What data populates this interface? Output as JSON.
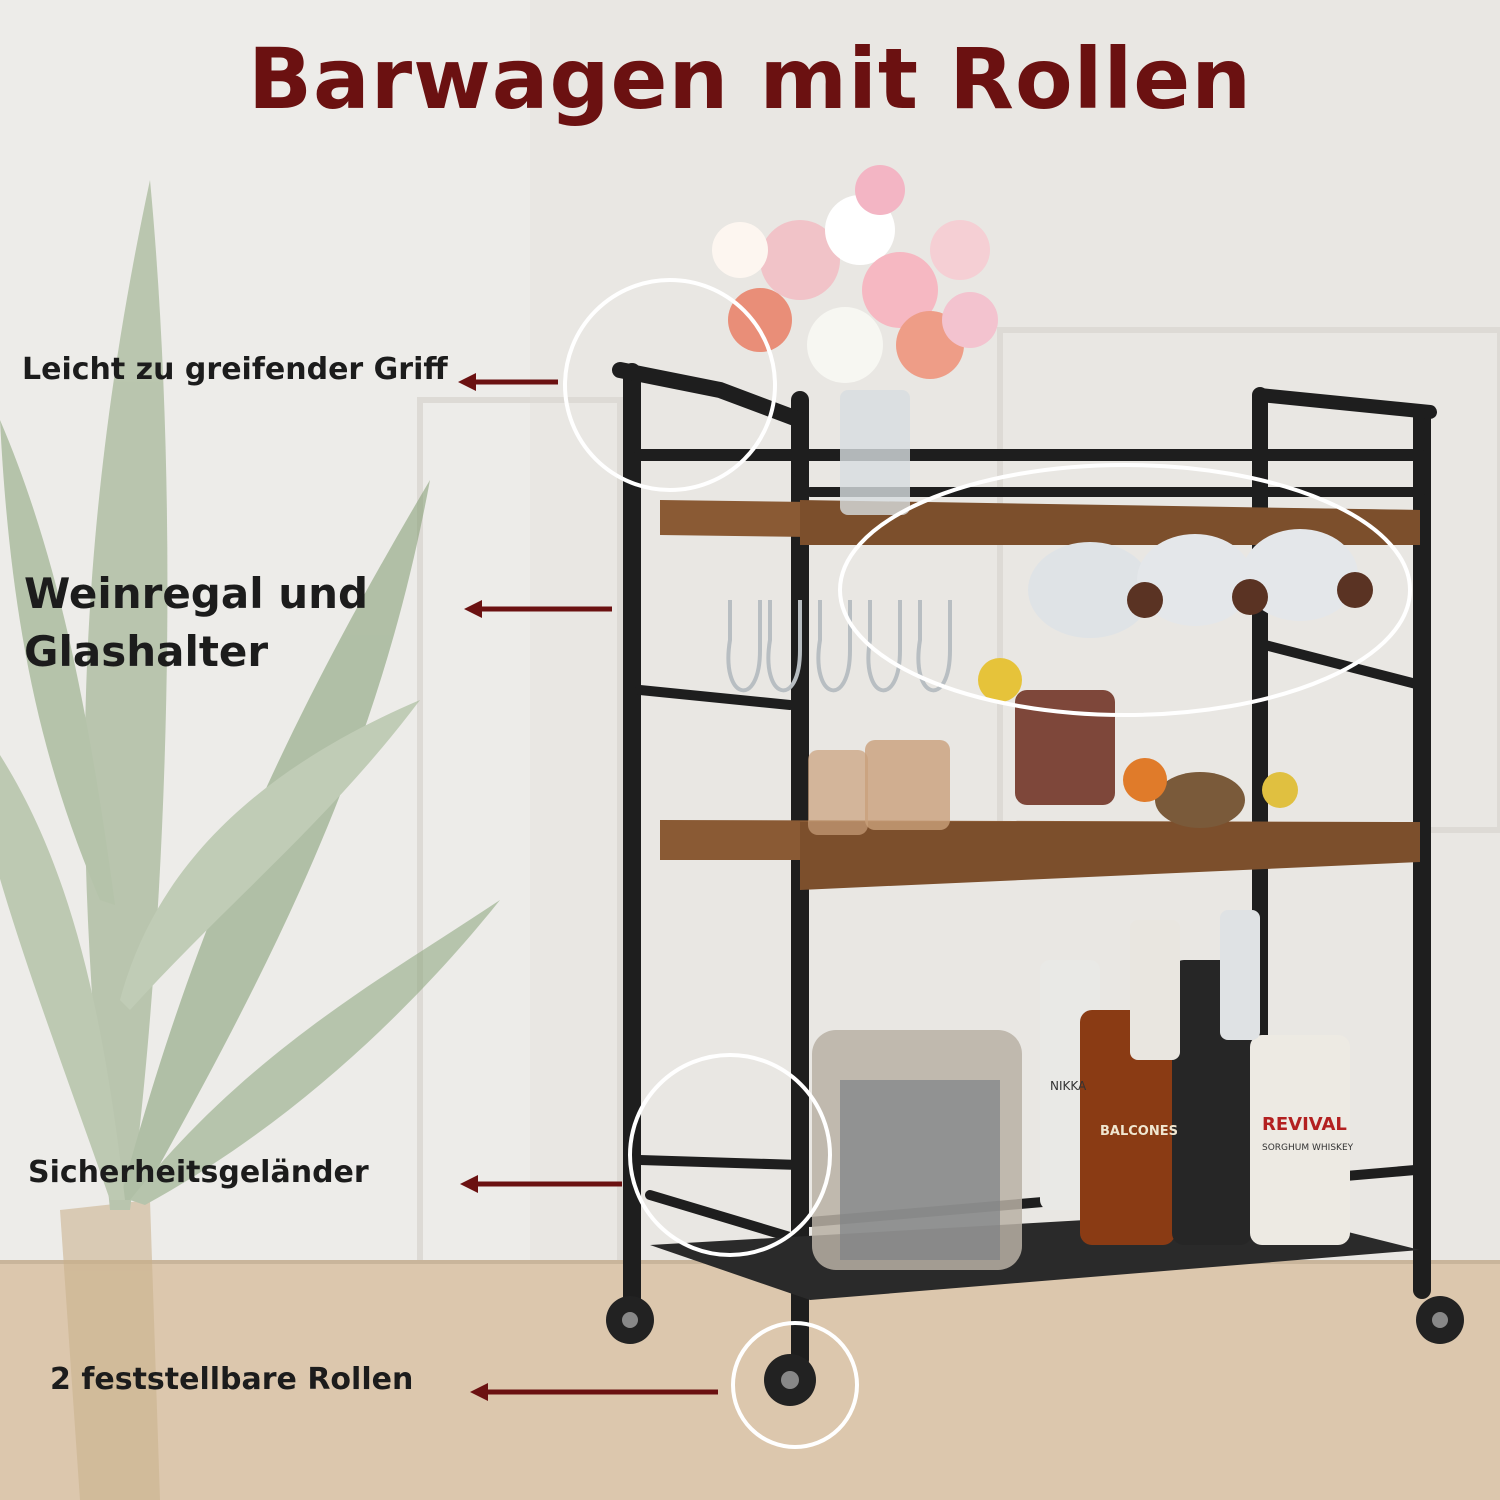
{
  "title": "Barwagen mit Rollen",
  "features": [
    {
      "label": "Leicht zu greifender Griff"
    },
    {
      "label_line1": "Weinregal und",
      "label_line2": "Glashalter"
    },
    {
      "label": "Sicherheitsgeländer"
    },
    {
      "label": "2 feststellbare Rollen"
    }
  ],
  "bottle_labels": {
    "balcones": "BALCONES",
    "revival": "REVIVAL",
    "sorghum": "SORGHUM WHISKEY",
    "nikka": "NIKKA"
  },
  "colors": {
    "title": "#6b1111",
    "arrow": "#6b1111",
    "frame": "#1e1e1e",
    "wood": "#8a5a34",
    "wall": "#e6e4e0",
    "floor": "#d9c3a8"
  }
}
